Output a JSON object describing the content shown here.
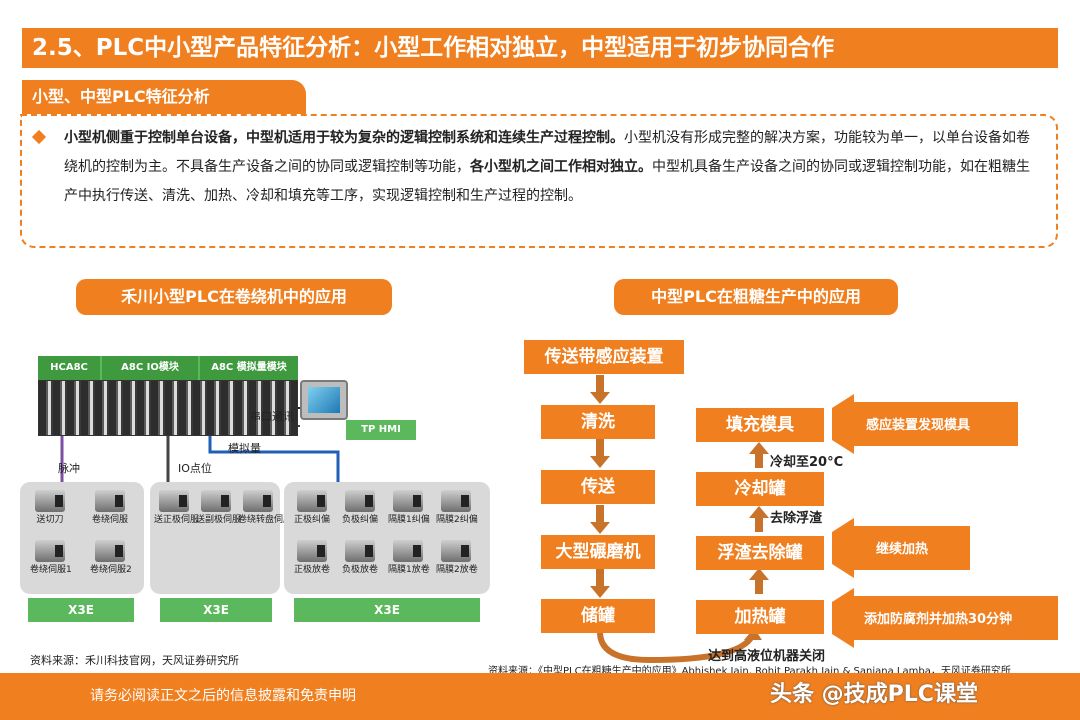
{
  "header": {
    "title": "2.5、PLC中小型产品特征分析：小型工作相对独立，中型适用于初步协同合作"
  },
  "subtab": {
    "label": "小型、中型PLC特征分析"
  },
  "intro": {
    "bold1": "小型机侧重于控制单台设备，中型机适用于较为复杂的逻辑控制系统和连续生产过程控制。",
    "text1": "小型机没有形成完整的解决方案，功能较为单一，以单台设备如卷绕机的控制为主。不具备生产设备之间的协同或逻辑控制等功能，",
    "bold2": "各小型机之间工作相对独立。",
    "text2": "中型机具备生产设备之间的协同或逻辑控制功能，如在粗糖生产中执行传送、清洗、加热、冷却和填充等工序，实现逻辑控制和生产过程的控制。"
  },
  "left": {
    "label": "禾川小型PLC在卷绕机中的应用",
    "modules": [
      "HCA8C",
      "A8C IO模块",
      "A8C 模拟量模块"
    ],
    "hmi_label": "TP HMI",
    "wires": {
      "serial": "串口通讯",
      "analog": "模拟量",
      "pulse": "脉冲",
      "io": "IO点位"
    },
    "group1": [
      "送切刀",
      "卷绕伺服",
      "卷绕伺服1",
      "卷绕伺服2"
    ],
    "group2": [
      "送正极伺服",
      "送副极伺服",
      "卷绕转盘伺服"
    ],
    "group3": [
      "正极纠偏",
      "负极纠偏",
      "隔膜1纠偏",
      "隔膜2纠偏",
      "正极放卷",
      "负极放卷",
      "隔膜1放卷",
      "隔膜2放卷"
    ],
    "x3e": [
      "X3E",
      "X3E",
      "X3E"
    ],
    "source": "资料来源：禾川科技官网，天风证券研究所"
  },
  "right": {
    "label": "中型PLC在粗糖生产中的应用",
    "left_steps": [
      "传送带感应装置",
      "清洗",
      "传送",
      "大型碾磨机",
      "储罐"
    ],
    "right_steps": [
      "填充模具",
      "冷却罐",
      "浮渣去除罐",
      "加热罐"
    ],
    "between_labels": [
      "冷却至20°C",
      "去除浮渣"
    ],
    "loop_label": "达到高液位机器关闭",
    "inputs": [
      "感应装置发现模具",
      "继续加热",
      "添加防腐剂并加热30分钟"
    ],
    "source": "资料来源：《中型PLC在粗糖生产中的应用》Abhishek Jain, Rohit Parakh Jain & Sanjana Lamba，天风证券研究所"
  },
  "footer": {
    "disclaimer": "请务必阅读正文之后的信息披露和免责申明",
    "brand": "头条 @技成PLC课堂"
  },
  "colors": {
    "accent": "#f07f1f",
    "green": "#5cb85c",
    "panel": "#d9d9d9"
  }
}
